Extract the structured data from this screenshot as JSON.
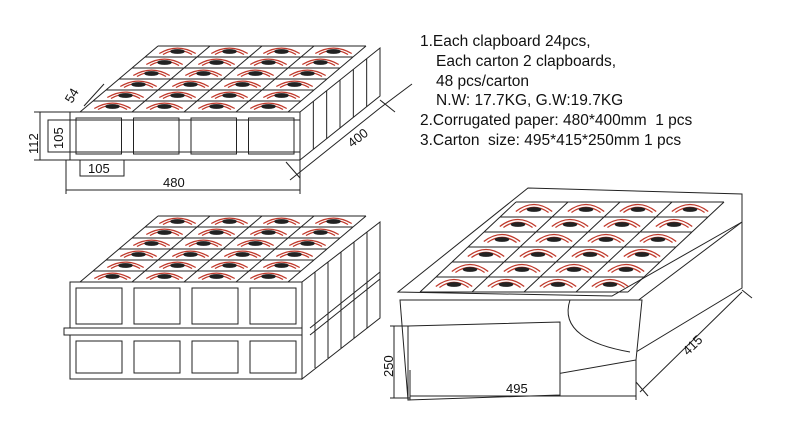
{
  "notes": {
    "line1": "1.Each clapboard 24pcs,",
    "line2": "Each carton 2 clapboards,",
    "line3": "48 pcs/carton",
    "line4": "N.W: 17.7KG, G.W:19.7KG",
    "line5": "2.Corrugated paper: 480*400mm  1 pcs",
    "line6": "3.Carton  size: 495*415*250mm 1 pcs"
  },
  "dimensions": {
    "tray_height": "112",
    "cell_height": "105",
    "cell_width": "105",
    "tray_length": "480",
    "tray_depth": "400",
    "cell_pitch": "54",
    "carton_height": "250",
    "carton_length": "495",
    "carton_width": "415"
  }
}
